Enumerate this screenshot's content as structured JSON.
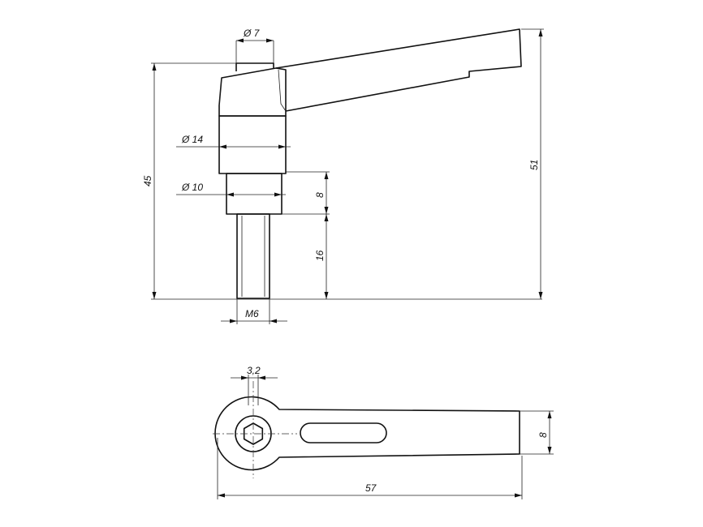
{
  "dimensions": {
    "d7": "Ø 7",
    "d14": "Ø 14",
    "d10": "Ø 10",
    "h45": "45",
    "h51": "51",
    "h8": "8",
    "h16": "16",
    "m6": "M6",
    "w32": "3,2",
    "w8": "8",
    "l57": "57"
  }
}
